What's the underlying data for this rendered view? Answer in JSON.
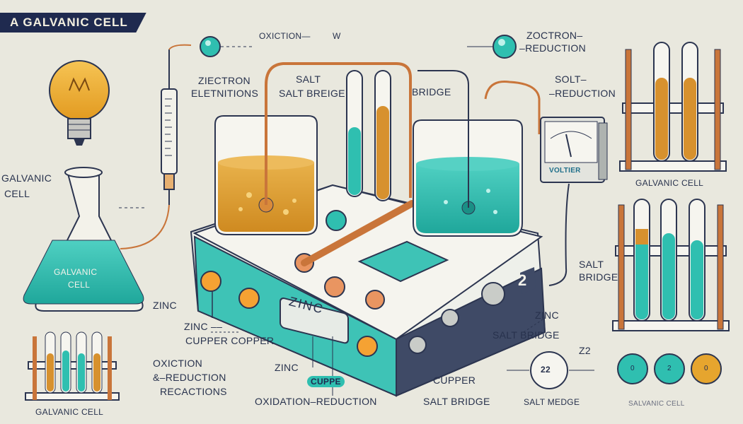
{
  "title": "A GALVANIC CELL",
  "labels": {
    "oxidation_top": "OXICTION—",
    "oxidation_w": "W",
    "zoctron": "ZOCTRON–",
    "reduction_top": "–REDUCTION",
    "ziectron": "ZIECTRON",
    "elettions": "ELETNITIONS",
    "salt": "SALT",
    "salt_breige": "SALT BREIGE",
    "bridge": "BRIDGE",
    "solt": "SOLT–",
    "solt_reduction": "–REDUCTION",
    "galvanic_left_1": "GALVANIC",
    "galvanic_left_2": "CELL",
    "flask_text_1": "GALVANIC",
    "flask_text_2": "CELL",
    "voltmeter": "VOLTIER",
    "rack_top": "GALVANIC CELL",
    "salt_right": "SALT",
    "bridge_right": "BRIDGE",
    "zinc_left": "ZINC",
    "zinc_cupper_1": "ZINC ––",
    "zinc_cupper_2": "CUPPER COPPER",
    "oxidation_reactions_1": "OXICTION",
    "oxidation_reactions_2": "&–REDUCTION",
    "oxidation_reactions_3": "RECACTIONS",
    "zinc_bottom": "ZINC",
    "cuppe_badge": "CUPPE",
    "oxidation_reduction": "OXIDATION–REDUCTION",
    "zinc_panel": "ZINC",
    "zinc_right": "ZINC",
    "salt_bridge_right": "SALT BRIDGE",
    "cupper": "CUPPER",
    "salt_bridge_bottom": "SALT BRIDGE",
    "gauge_22": "22",
    "gauge_z2": "Z2",
    "salt_medge": "SALT MEDGE",
    "galvanic_cell_br": "SALVANIC CELL",
    "galvanic_cell_bl": "GALVANIC CELL",
    "device_2": "2",
    "ball_1": "0",
    "ball_2": "2",
    "ball_3": "0"
  },
  "colors": {
    "background": "#e9e8de",
    "copper": "#c9753a",
    "orange_solution": "#e0a030",
    "teal_solution": "#2fbfb0",
    "device_teal": "#3ec3b6",
    "navy": "#1f2a4f"
  }
}
